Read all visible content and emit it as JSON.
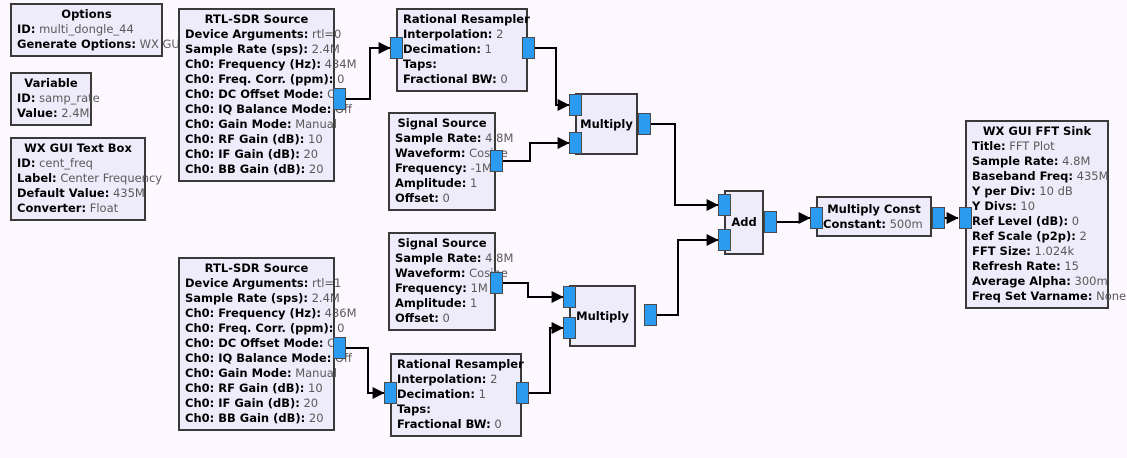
{
  "app": {
    "title": "GNU Radio Companion flowgraph",
    "canvas_bg": "#fdf7ff",
    "block_fill": "#eeecfa",
    "block_border": "#3a3a3a",
    "port_color": "#2a9bf0"
  },
  "blocks": {
    "options": {
      "title": "Options",
      "props": [
        {
          "key": "ID:",
          "value": "multi_dongle_44"
        },
        {
          "key": "Generate Options:",
          "value": "WX GUI"
        }
      ]
    },
    "variable": {
      "title": "Variable",
      "props": [
        {
          "key": "ID:",
          "value": "samp_rate"
        },
        {
          "key": "Value:",
          "value": "2.4M"
        }
      ]
    },
    "textbox": {
      "title": "WX GUI Text Box",
      "props": [
        {
          "key": "ID:",
          "value": "cent_freq"
        },
        {
          "key": "Label:",
          "value": "Center Frequency"
        },
        {
          "key": "Default Value:",
          "value": "435M"
        },
        {
          "key": "Converter:",
          "value": "Float"
        }
      ]
    },
    "rtlsdr_top": {
      "title": "RTL-SDR Source",
      "props": [
        {
          "key": "Device Arguments:",
          "value": "rtl=0"
        },
        {
          "key": "Sample Rate (sps):",
          "value": "2.4M"
        },
        {
          "key": "Ch0: Frequency (Hz):",
          "value": "434M"
        },
        {
          "key": "Ch0: Freq. Corr. (ppm):",
          "value": "0"
        },
        {
          "key": "Ch0: DC Offset Mode:",
          "value": "Off"
        },
        {
          "key": "Ch0: IQ Balance Mode:",
          "value": "Off"
        },
        {
          "key": "Ch0: Gain Mode:",
          "value": "Manual"
        },
        {
          "key": "Ch0: RF Gain (dB):",
          "value": "10"
        },
        {
          "key": "Ch0: IF Gain (dB):",
          "value": "20"
        },
        {
          "key": "Ch0: BB Gain (dB):",
          "value": "20"
        }
      ]
    },
    "rtlsdr_bottom": {
      "title": "RTL-SDR Source",
      "props": [
        {
          "key": "Device Arguments:",
          "value": "rtl=1"
        },
        {
          "key": "Sample Rate (sps):",
          "value": "2.4M"
        },
        {
          "key": "Ch0: Frequency (Hz):",
          "value": "436M"
        },
        {
          "key": "Ch0: Freq. Corr. (ppm):",
          "value": "0"
        },
        {
          "key": "Ch0: DC Offset Mode:",
          "value": "Off"
        },
        {
          "key": "Ch0: IQ Balance Mode:",
          "value": "Off"
        },
        {
          "key": "Ch0: Gain Mode:",
          "value": "Manual"
        },
        {
          "key": "Ch0: RF Gain (dB):",
          "value": "10"
        },
        {
          "key": "Ch0: IF Gain (dB):",
          "value": "20"
        },
        {
          "key": "Ch0: BB Gain (dB):",
          "value": "20"
        }
      ]
    },
    "resampler_top": {
      "title": "Rational Resampler",
      "props": [
        {
          "key": "Interpolation:",
          "value": "2"
        },
        {
          "key": "Decimation:",
          "value": "1"
        },
        {
          "key": "Taps:",
          "value": ""
        },
        {
          "key": "Fractional BW:",
          "value": "0"
        }
      ]
    },
    "resampler_bottom": {
      "title": "Rational Resampler",
      "props": [
        {
          "key": "Interpolation:",
          "value": "2"
        },
        {
          "key": "Decimation:",
          "value": "1"
        },
        {
          "key": "Taps:",
          "value": ""
        },
        {
          "key": "Fractional BW:",
          "value": "0"
        }
      ]
    },
    "siggen_top": {
      "title": "Signal Source",
      "props": [
        {
          "key": "Sample Rate:",
          "value": "4.8M"
        },
        {
          "key": "Waveform:",
          "value": "Cosine"
        },
        {
          "key": "Frequency:",
          "value": "-1M"
        },
        {
          "key": "Amplitude:",
          "value": "1"
        },
        {
          "key": "Offset:",
          "value": "0"
        }
      ]
    },
    "siggen_bottom": {
      "title": "Signal Source",
      "props": [
        {
          "key": "Sample Rate:",
          "value": "4.8M"
        },
        {
          "key": "Waveform:",
          "value": "Cosine"
        },
        {
          "key": "Frequency:",
          "value": "1M"
        },
        {
          "key": "Amplitude:",
          "value": "1"
        },
        {
          "key": "Offset:",
          "value": "0"
        }
      ]
    },
    "multiply_top": {
      "title": "Multiply"
    },
    "multiply_bottom": {
      "title": "Multiply"
    },
    "add": {
      "title": "Add"
    },
    "multiply_const": {
      "title": "Multiply Const",
      "props": [
        {
          "key": "Constant:",
          "value": "500m"
        }
      ]
    },
    "fft_sink": {
      "title": "WX GUI FFT Sink",
      "props": [
        {
          "key": "Title:",
          "value": "FFT Plot"
        },
        {
          "key": "Sample Rate:",
          "value": "4.8M"
        },
        {
          "key": "Baseband Freq:",
          "value": "435M"
        },
        {
          "key": "Y per Div:",
          "value": "10 dB"
        },
        {
          "key": "Y Divs:",
          "value": "10"
        },
        {
          "key": "Ref Level (dB):",
          "value": "0"
        },
        {
          "key": "Ref Scale (p2p):",
          "value": "2"
        },
        {
          "key": "FFT Size:",
          "value": "1.024k"
        },
        {
          "key": "Refresh Rate:",
          "value": "15"
        },
        {
          "key": "Average Alpha:",
          "value": "300m"
        },
        {
          "key": "Freq Set Varname:",
          "value": "None"
        }
      ]
    }
  }
}
